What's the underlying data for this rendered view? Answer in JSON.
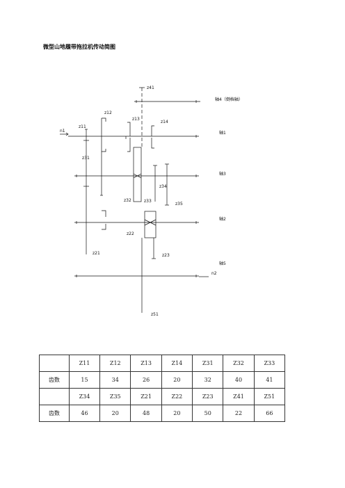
{
  "document": {
    "title": "微型山地履带拖拉机传动简图"
  },
  "diagram": {
    "gear_labels": [
      "z41",
      "z12",
      "z13",
      "z14",
      "z11",
      "z31",
      "z34",
      "z32",
      "z33",
      "z35",
      "z22",
      "z21",
      "z23",
      "z51"
    ],
    "axis_labels": [
      "轴4（倒档轴）",
      "轴1",
      "轴3",
      "轴2",
      "轴5"
    ],
    "input_label": "n1",
    "output_label": "n2"
  },
  "table": {
    "row1_headers": [
      "",
      "Z11",
      "Z12",
      "Z13",
      "Z14",
      "Z31",
      "Z32",
      "Z33"
    ],
    "row2": [
      "齿数",
      "15",
      "34",
      "26",
      "20",
      "32",
      "40",
      "41"
    ],
    "row3_headers": [
      "",
      "Z34",
      "Z35",
      "Z21",
      "Z22",
      "Z23",
      "Z41",
      "Z51"
    ],
    "row4": [
      "齿数",
      "46",
      "20",
      "48",
      "20",
      "50",
      "22",
      "66"
    ]
  }
}
